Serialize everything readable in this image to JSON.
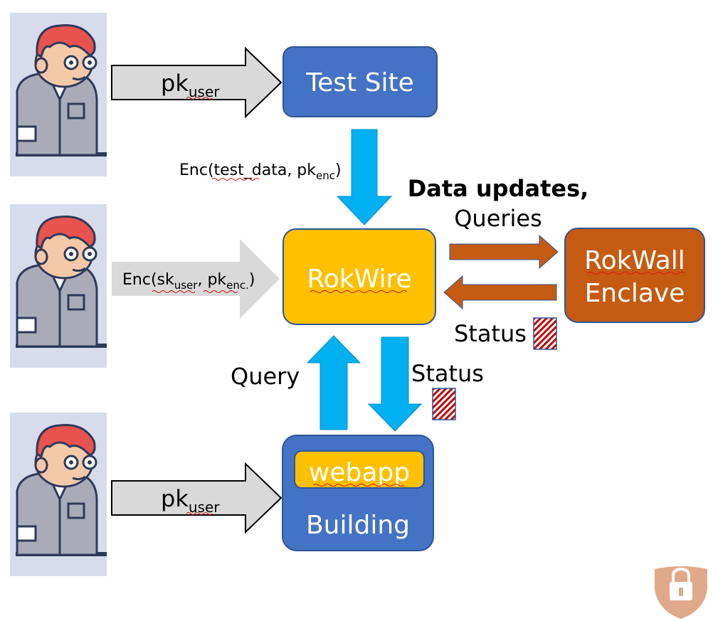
{
  "nodes": {
    "test_site": "Test Site",
    "rokwire": "RokWire",
    "rokwall_line1": "RokWall",
    "rokwall_line2": "Enclave",
    "webapp": "webapp",
    "building": "Building"
  },
  "edges": {
    "user1_label": "pk",
    "user1_sub": "user",
    "user2_label_prefix": "Enc(sk",
    "user2_sub1": "user",
    "user2_mid": ", pk",
    "user2_sub2": "enc.",
    "user2_suffix": ")",
    "user3_label": "pk",
    "user3_sub": "user",
    "testsite_label_prefix": "Enc(test_data, pk",
    "testsite_sub": "enc",
    "testsite_suffix": ")",
    "data_updates": "Data updates,",
    "queries": "Queries",
    "status_enclave": "Status",
    "query": "Query",
    "status_building": "Status"
  },
  "colors": {
    "blue_box": "#4472C4",
    "yellow_box": "#FFC000",
    "orange_box": "#C55A11",
    "cyan_arrow": "#00B0F0",
    "gray_arrow": "#D9D9D9",
    "status_red": "#C00000"
  },
  "icons": {
    "user": "user-avatar-icon",
    "lock": "shield-lock-icon"
  }
}
